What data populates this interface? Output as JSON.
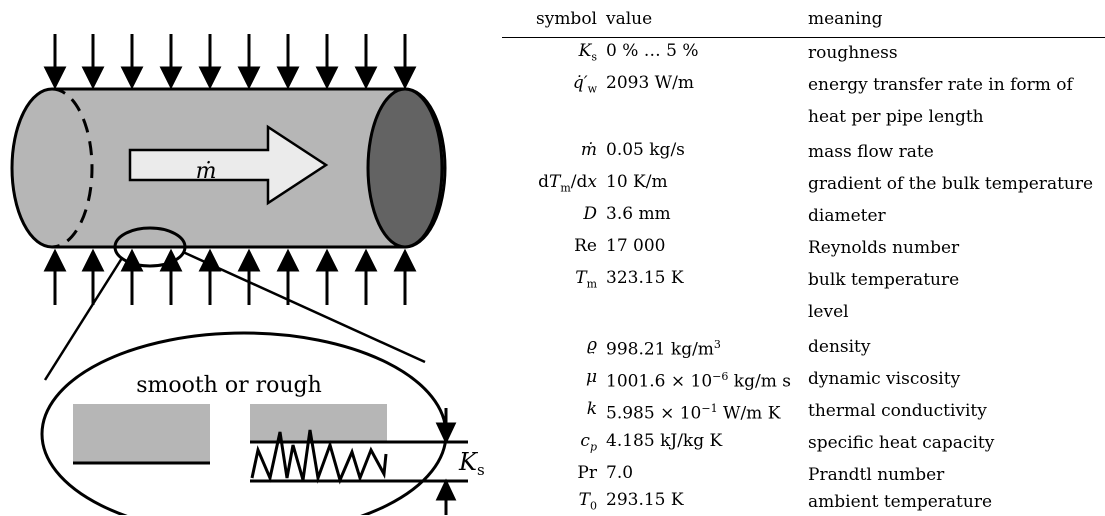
{
  "figure": {
    "flow_label": "ṁ",
    "zoom_label": "smooth or rough",
    "roughness_label": "Ks"
  },
  "table": {
    "headers": {
      "symbol": "symbol",
      "value": "value",
      "meaning": "meaning"
    },
    "rows": [
      {
        "symbol": "Ks",
        "value": "0 % … 5 %",
        "meaning": "roughness"
      },
      {
        "symbol": "q̇′w",
        "value": "2093 W/m",
        "meaning": "energy transfer rate in form of"
      },
      {
        "symbol": "",
        "value": "",
        "meaning": "heat per pipe length"
      },
      {
        "symbol": "ṁ",
        "value": "0.05 kg/s",
        "meaning": "mass flow rate"
      },
      {
        "symbol": "dTm/dx",
        "value": "10 K/m",
        "meaning": "gradient of the bulk temperature"
      },
      {
        "symbol": "D",
        "value": "3.6 mm",
        "meaning": "diameter"
      },
      {
        "symbol": "Re",
        "value": "17 000",
        "meaning": "Reynolds number"
      },
      {
        "symbol": "Tm",
        "value": "323.15 K",
        "meaning": "bulk temperature"
      },
      {
        "symbol": "",
        "value": "",
        "meaning": "level"
      },
      {
        "symbol": "ϱ",
        "value": "998.21 kg/m3",
        "meaning": "density"
      },
      {
        "symbol": "μ",
        "value": "1001.6 × 10−6 kg/m s",
        "meaning": "dynamic viscosity"
      },
      {
        "symbol": "k",
        "value": "5.985 × 10−1 W/m K",
        "meaning": "thermal conductivity"
      },
      {
        "symbol": "cp",
        "value": "4.185 kJ/kg K",
        "meaning": "specific heat capacity"
      },
      {
        "symbol": "Pr",
        "value": "7.0",
        "meaning": "Prandtl number"
      },
      {
        "symbol": "T0",
        "value": "293.15 K",
        "meaning": "ambient temperature"
      }
    ]
  }
}
